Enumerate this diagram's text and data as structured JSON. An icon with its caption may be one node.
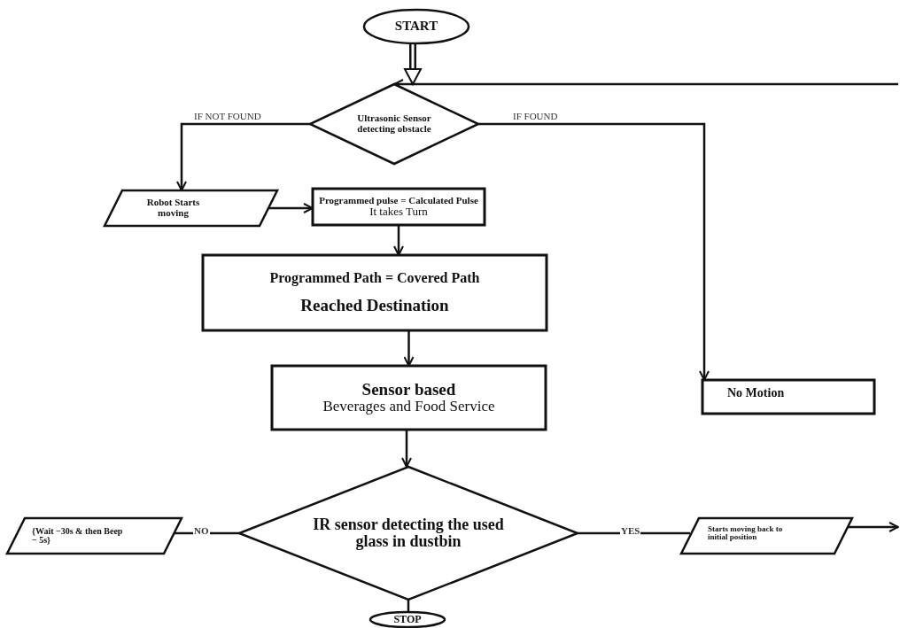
{
  "diagram": {
    "nodes": [
      {
        "text": [
          "START"
        ]
      },
      {
        "text": [
          "Ultrasonic Sensor detecting obstacle"
        ]
      },
      {
        "text": [
          "Robot Starts moving"
        ]
      },
      {
        "text": [
          "Programmed pulse = Calculated Pulse",
          "It takes Turn"
        ]
      },
      {
        "text": [
          "Programmed Path = Covered Path",
          "Reached Destination"
        ]
      },
      {
        "text": [
          "Sensor based",
          "Beverages and Food Service"
        ]
      },
      {
        "text": [
          "No Motion"
        ]
      },
      {
        "text": [
          "IR sensor detecting the used glass in dustbin"
        ]
      },
      {
        "text": [
          "{Wait −30s & then Beep − 5s}"
        ]
      },
      {
        "text": [
          "Starts moving back to initial position"
        ]
      },
      {
        "text": [
          "STOP"
        ]
      }
    ],
    "edges": [
      {
        "from": 0,
        "to": 1,
        "arrow": "to",
        "style": "thick"
      },
      {
        "from": 1,
        "to": 2,
        "arrow": "to",
        "label": "IF NOT FOUND"
      },
      {
        "from": 1,
        "to": 6,
        "arrow": "to",
        "label": "IF FOUND"
      },
      {
        "from": 2,
        "to": 3,
        "arrow": "to"
      },
      {
        "from": 3,
        "to": 4,
        "arrow": "to"
      },
      {
        "from": 4,
        "to": 5,
        "arrow": "to"
      },
      {
        "from": 5,
        "to": 7,
        "arrow": "to"
      },
      {
        "from": 7,
        "to": 8,
        "arrow": "none",
        "label": "NO"
      },
      {
        "from": 7,
        "to": 9,
        "arrow": "none",
        "label": "YES"
      },
      {
        "from": 9,
        "to": null,
        "arrow": "to"
      },
      {
        "from": null,
        "to": 1,
        "arrow": "to"
      },
      {
        "from": 7,
        "to": 10,
        "arrow": "none"
      }
    ]
  }
}
